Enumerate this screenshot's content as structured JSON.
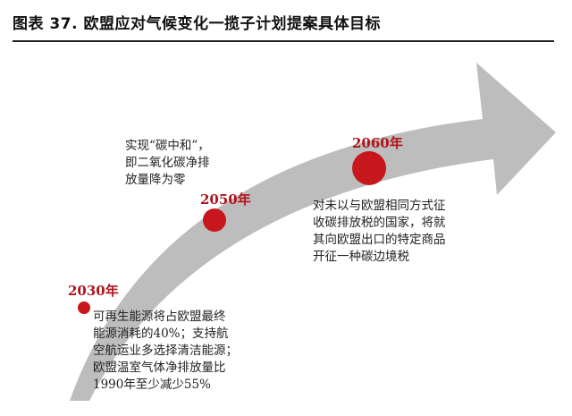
{
  "header": {
    "title": "图表 37. 欧盟应对气候变化一揽子计划提案具体目标"
  },
  "colors": {
    "arrow": "#bdbdbd",
    "milestone": "#c8161d",
    "year_text": "#b0141c"
  },
  "milestones": [
    {
      "year": "2030年",
      "lines": [
        "可再生能源将占欧盟最终",
        "能源消耗的40%；支持航",
        "空航运业多选择清洁能源；",
        "欧盟温室气体净排放量比",
        "1990年至少减少55%"
      ]
    },
    {
      "year": "2050年",
      "lines": [
        "实现“碳中和”，",
        "即二氧化碳净排",
        "放量降为零"
      ]
    },
    {
      "year": "2060年",
      "lines": [
        "对未以与欧盟相同方式征",
        "收碳排放税的国家，将就",
        "其向欧盟出口的特定商品",
        "开征一种碳边境税"
      ]
    }
  ]
}
